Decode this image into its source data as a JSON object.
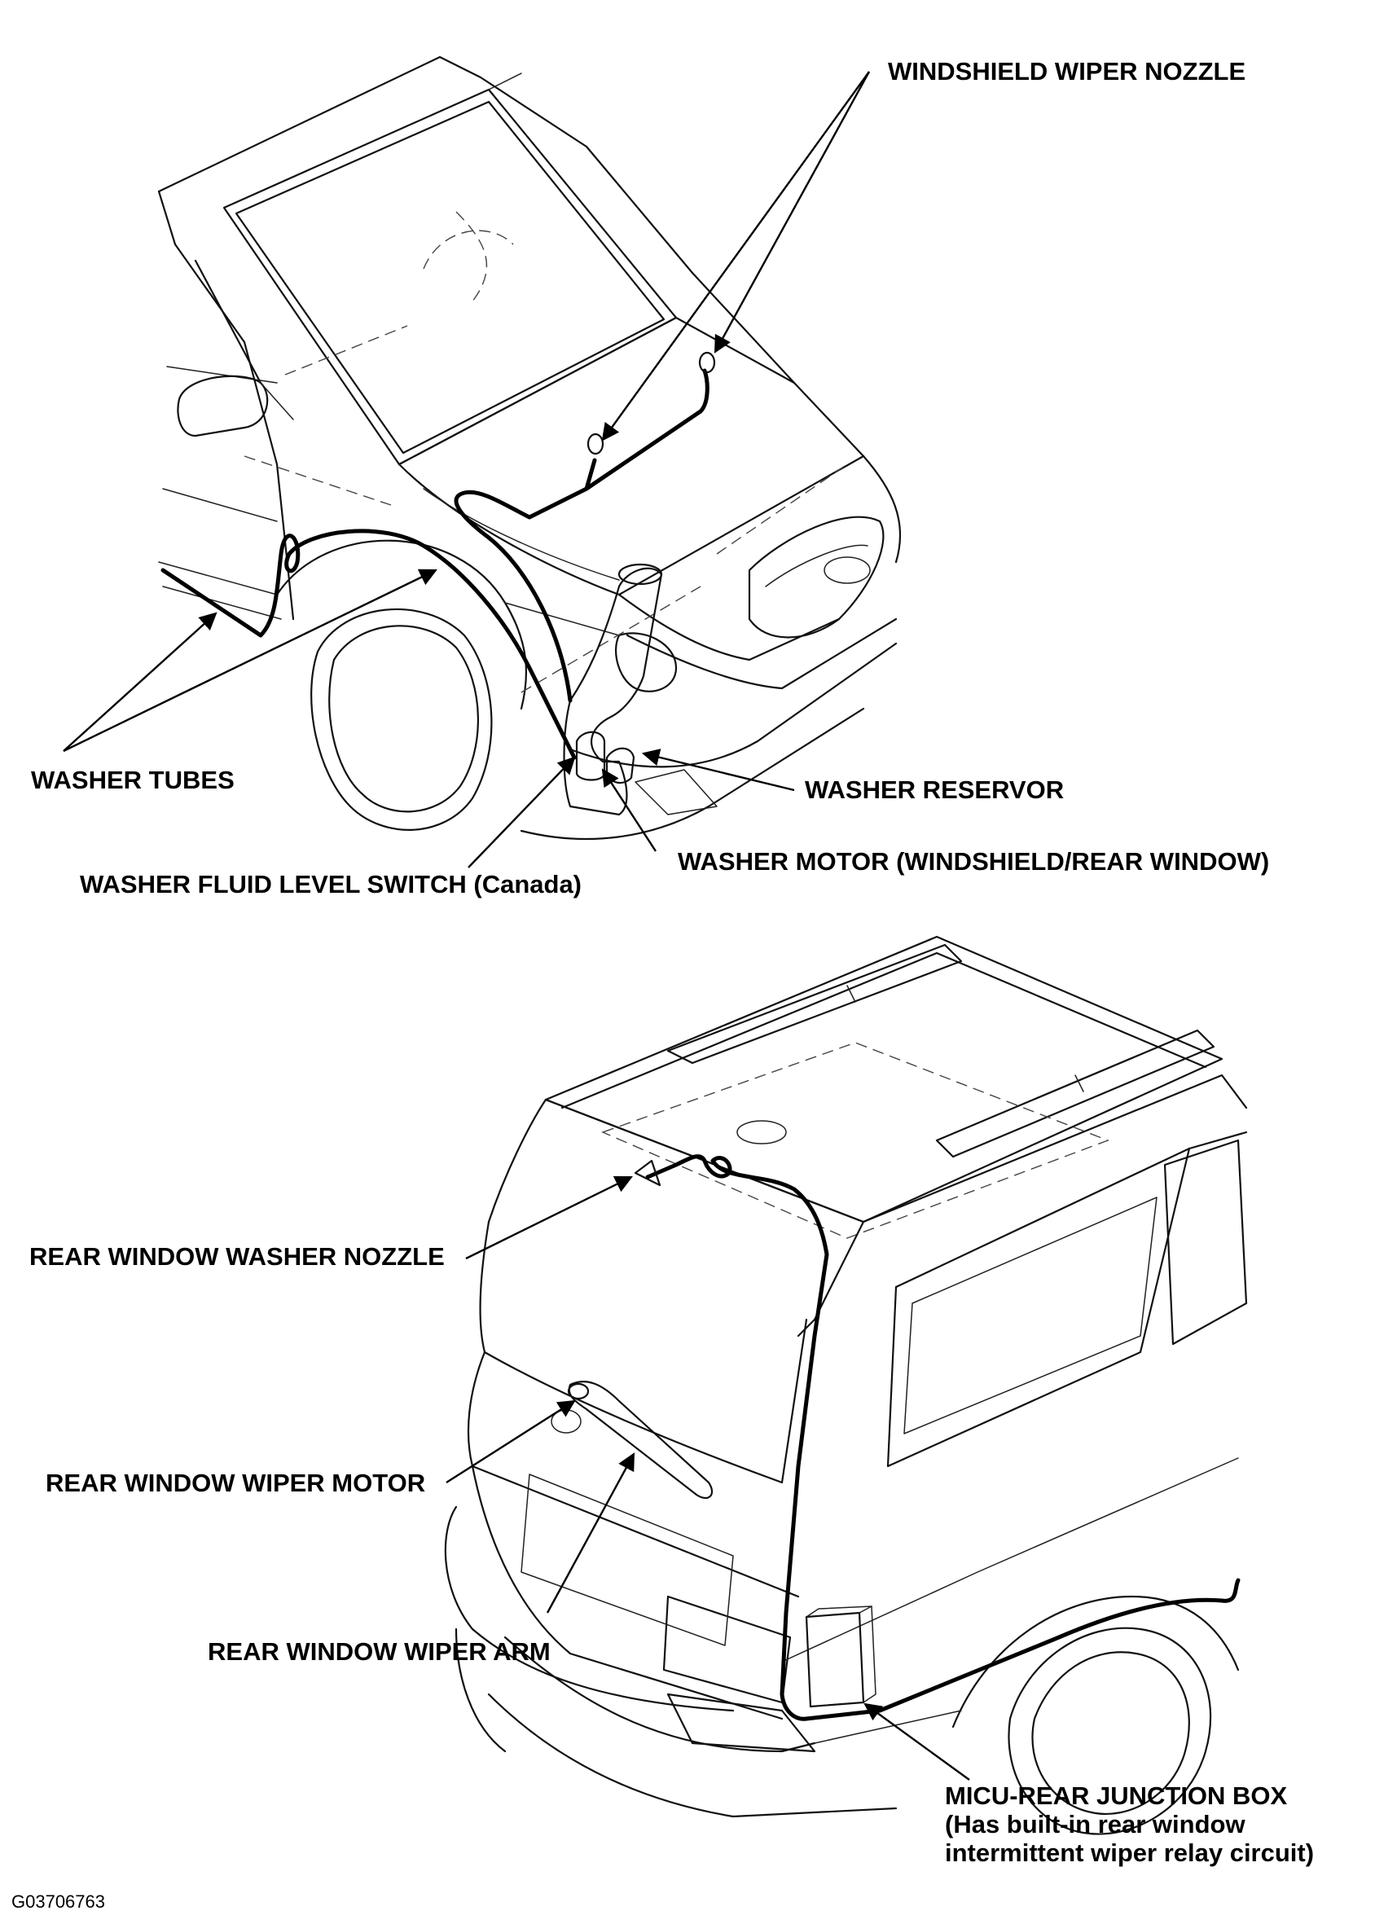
{
  "labels": {
    "windshield_wiper_nozzle": "WINDSHIELD WIPER NOZZLE",
    "washer_tubes": "WASHER TUBES",
    "washer_reservor": "WASHER RESERVOR",
    "washer_motor": "WASHER MOTOR (WINDSHIELD/REAR WINDOW)",
    "washer_fluid_level_switch": "WASHER FLUID LEVEL SWITCH (Canada)",
    "rear_window_washer_nozzle": "REAR WINDOW WASHER NOZZLE",
    "rear_window_wiper_motor": "REAR WINDOW WIPER MOTOR",
    "rear_window_wiper_arm": "REAR WINDOW WIPER ARM",
    "micu_rear_junction_box": "MICU-REAR JUNCTION BOX",
    "micu_note_line1": "(Has built-in rear window",
    "micu_note_line2": "intermittent wiper relay circuit)"
  },
  "figure_id": "G03706763"
}
